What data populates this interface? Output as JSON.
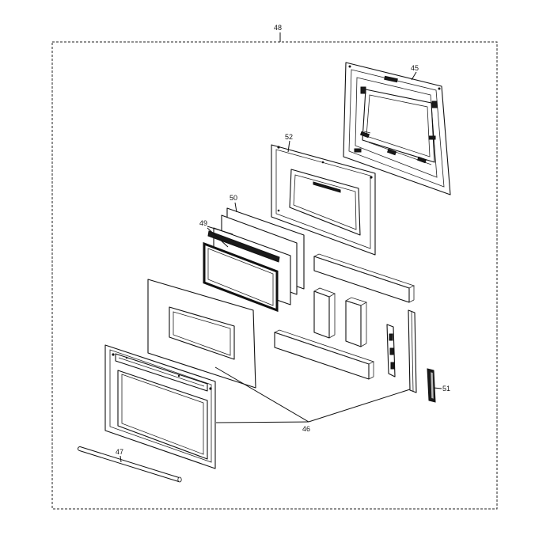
{
  "labels": {
    "assembly": "48",
    "inner_door_frame": "45",
    "glass_panel_top": "52",
    "insulation_glass": "50",
    "glass_gasket": "49",
    "outer_door_panel": "46",
    "handle": "47",
    "hinge": "51"
  },
  "colors": {
    "ink": "#111111",
    "background": "#ffffff",
    "shade": "#bdbdbd"
  }
}
